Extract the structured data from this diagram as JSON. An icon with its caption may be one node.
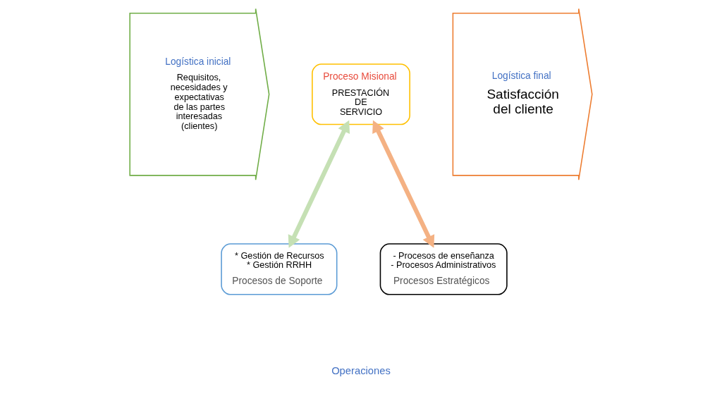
{
  "diagram": {
    "nodes": [
      {
        "text": [
          "Logística inicial",
          "Requisitos, necesidades y expectativas de las partes interesadas (clientes)"
        ]
      },
      {
        "text": [
          "Proceso Misional",
          "PRESTACIÓN DE SERVICIO"
        ]
      },
      {
        "text": [
          "* Gestión de Recursos",
          "* Gestión RRHH",
          "Procesos de Soporte"
        ]
      },
      {
        "text": [
          "- Procesos de enseñanza",
          "- Procesos Administrativos",
          "Procesos Estratégicos"
        ]
      },
      {
        "text": [
          "Logística final",
          "Satisfacción del cliente"
        ]
      }
    ],
    "edges": [
      {
        "from": 1,
        "to": 2,
        "arrow": "both",
        "color": "#c5e0b4"
      },
      {
        "from": 1,
        "to": 3,
        "arrow": "both",
        "color": "#f4b183"
      }
    ],
    "labels": [
      "Operaciones"
    ]
  }
}
